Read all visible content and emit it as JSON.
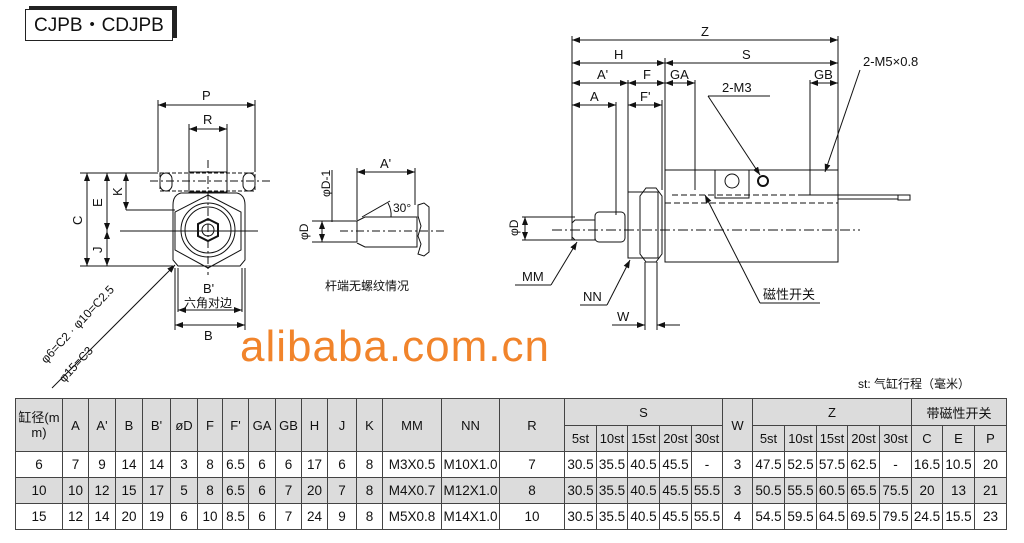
{
  "title": "CJPB・CDJPB",
  "front_view": {
    "labels": {
      "P": "P",
      "R": "R",
      "C": "C",
      "E": "E",
      "K": "K",
      "J": "J",
      "B_prime": "B'",
      "hex_across": "六角对边",
      "B": "B"
    },
    "chamfer_note_1": "φ6=C2 · φ10=C2.5",
    "chamfer_note_2": "φ15=C3"
  },
  "rod_detail": {
    "labels": {
      "phiD1": "φD-1",
      "A_prime": "A'",
      "angle": "30°",
      "phiD": "φD"
    },
    "caption": "杆端无螺纹情况"
  },
  "side_view": {
    "labels": {
      "Z": "Z",
      "H": "H",
      "S": "S",
      "A_prime": "A'",
      "F": "F",
      "GA": "GA",
      "GB": "GB",
      "A": "A",
      "F_prime": "F'",
      "M3": "2-M3",
      "M5": "2-M5×0.8",
      "phiD": "φD",
      "MM": "MM",
      "NN": "NN",
      "W": "W",
      "switch": "磁性开关"
    }
  },
  "note": "st: 气缸行程（毫米）",
  "table": {
    "bore_header": "缸径(mm)",
    "cols": [
      "A",
      "A'",
      "B",
      "B'",
      "øD",
      "F",
      "F'",
      "GA",
      "GB",
      "H",
      "J",
      "K",
      "MM",
      "NN",
      "R"
    ],
    "group_S": "S",
    "group_W": "W",
    "group_Z": "Z",
    "group_switch": "带磁性开关",
    "strokes": [
      "5st",
      "10st",
      "15st",
      "20st",
      "30st"
    ],
    "switch_cols": [
      "C",
      "E",
      "P"
    ],
    "rows": [
      {
        "bore": "6",
        "vals": [
          "7",
          "9",
          "14",
          "14",
          "3",
          "8",
          "6.5",
          "6",
          "6",
          "17",
          "6",
          "8",
          "M3X0.5",
          "M10X1.0",
          "7"
        ],
        "S": [
          "30.5",
          "35.5",
          "40.5",
          "45.5",
          "-"
        ],
        "W": "3",
        "Z": [
          "47.5",
          "52.5",
          "57.5",
          "62.5",
          "-"
        ],
        "sw": [
          "16.5",
          "10.5",
          "20"
        ]
      },
      {
        "bore": "10",
        "vals": [
          "10",
          "12",
          "15",
          "17",
          "5",
          "8",
          "6.5",
          "6",
          "7",
          "20",
          "7",
          "8",
          "M4X0.7",
          "M12X1.0",
          "8"
        ],
        "S": [
          "30.5",
          "35.5",
          "40.5",
          "45.5",
          "55.5"
        ],
        "W": "3",
        "Z": [
          "50.5",
          "55.5",
          "60.5",
          "65.5",
          "75.5"
        ],
        "sw": [
          "20",
          "13",
          "21"
        ]
      },
      {
        "bore": "15",
        "vals": [
          "12",
          "14",
          "20",
          "19",
          "6",
          "10",
          "8.5",
          "6",
          "7",
          "24",
          "9",
          "8",
          "M5X0.8",
          "M14X1.0",
          "10"
        ],
        "S": [
          "30.5",
          "35.5",
          "40.5",
          "45.5",
          "55.5"
        ],
        "W": "4",
        "Z": [
          "54.5",
          "59.5",
          "64.5",
          "69.5",
          "79.5"
        ],
        "sw": [
          "24.5",
          "15.5",
          "23"
        ]
      }
    ]
  },
  "watermark": "alibaba.com.cn"
}
